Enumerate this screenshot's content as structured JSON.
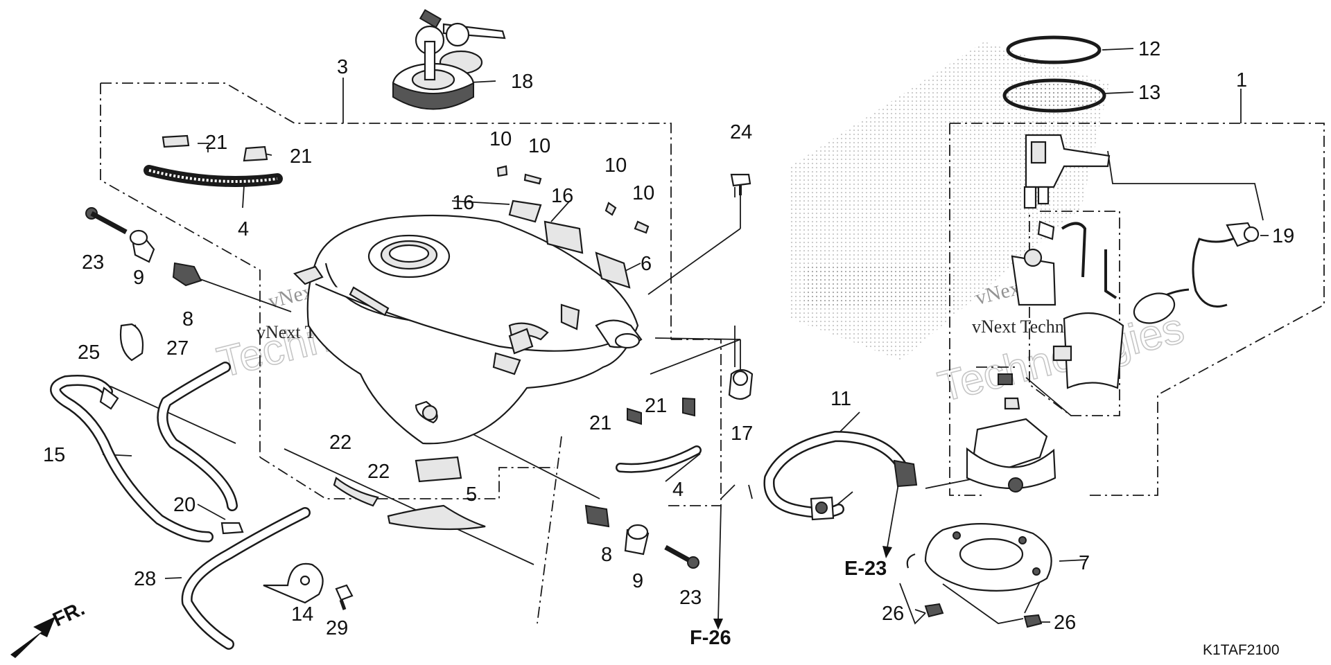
{
  "diagram": {
    "code": "K1TAF2100",
    "references": {
      "e23": "E-23",
      "f26": "F-26"
    },
    "direction_label": "FR.",
    "watermark": {
      "line1": "vNext",
      "line2": "vNext Technologies",
      "outline": "Technologies"
    },
    "callouts": {
      "c1": "1",
      "c3": "3",
      "c4a": "4",
      "c4b": "4",
      "c5": "5",
      "c6": "6",
      "c7": "7",
      "c8a": "8",
      "c8b": "8",
      "c9a": "9",
      "c9b": "9",
      "c10a": "10",
      "c10b": "10",
      "c10c": "10",
      "c10d": "10",
      "c11": "11",
      "c12": "12",
      "c13": "13",
      "c14": "14",
      "c15": "15",
      "c16a": "16",
      "c16b": "16",
      "c17": "17",
      "c18": "18",
      "c19": "19",
      "c20": "20",
      "c21a": "21",
      "c21b": "21",
      "c21c": "21",
      "c21d": "21",
      "c22a": "22",
      "c22b": "22",
      "c23a": "23",
      "c23b": "23",
      "c24": "24",
      "c25": "25",
      "c26a": "26",
      "c26b": "26",
      "c27": "27",
      "c28": "28",
      "c29": "29"
    }
  }
}
